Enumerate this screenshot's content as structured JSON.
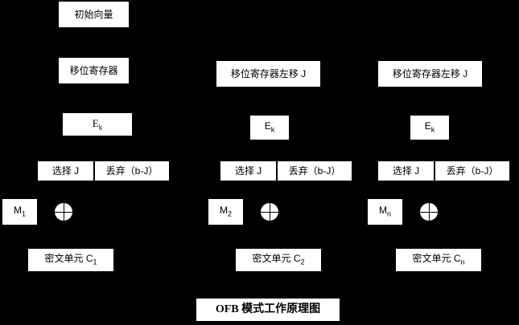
{
  "diagram": {
    "background_color": "#000000",
    "box_color": "#ffffff",
    "text_color": "#000000",
    "title": "OFB 模式工作原理图",
    "columns": [
      {
        "id": "column-1",
        "init_vector": "初始向量",
        "shift_register": "移位寄存器",
        "encrypt": "E",
        "encrypt_sub": "k",
        "select": "选择 J",
        "discard": "丢弃（b-J）",
        "plaintext": "M",
        "plaintext_sub": "1",
        "xor": "xor-circle",
        "ciphertext": "密文单元 C",
        "ciphertext_sub": "1"
      },
      {
        "id": "column-2",
        "shift_register": "移位寄存器左移 J",
        "encrypt": "E",
        "encrypt_sub": "k",
        "select": "选择 J",
        "discard": "丢弃（b-J）",
        "plaintext": "M",
        "plaintext_sub": "2",
        "xor": "xor-circle",
        "ciphertext": "密文单元 C",
        "ciphertext_sub": "2"
      },
      {
        "id": "column-3",
        "shift_register": "移位寄存器左移 J",
        "encrypt": "E",
        "encrypt_sub": "k",
        "select": "选择 J",
        "discard": "丢弃（b-J）",
        "plaintext": "M",
        "plaintext_sub": "n",
        "xor": "xor-circle",
        "ciphertext": "密文单元 C",
        "ciphertext_sub": "n"
      }
    ]
  }
}
